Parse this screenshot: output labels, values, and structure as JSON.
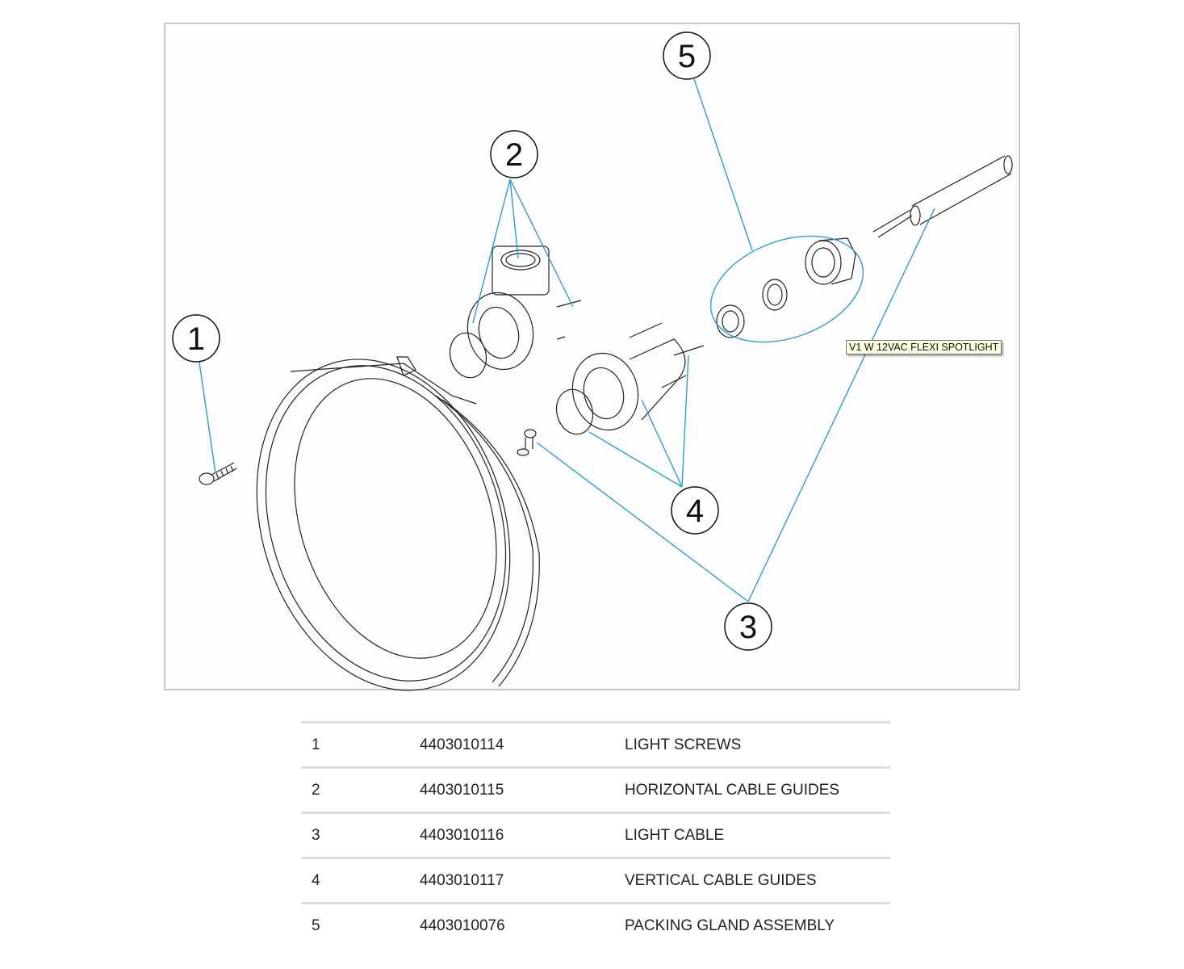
{
  "diagram": {
    "title": "Exploded parts diagram",
    "callout_color": "#2a9fcf",
    "callouts": [
      "1",
      "2",
      "3",
      "4",
      "5"
    ],
    "tooltip": "V1 W 12VAC FLEXI SPOTLIGHT"
  },
  "parts_table": {
    "rows": [
      {
        "num": "1",
        "code": "4403010114",
        "description": "LIGHT SCREWS"
      },
      {
        "num": "2",
        "code": "4403010115",
        "description": "HORIZONTAL CABLE GUIDES"
      },
      {
        "num": "3",
        "code": "4403010116",
        "description": "LIGHT CABLE"
      },
      {
        "num": "4",
        "code": "4403010117",
        "description": "VERTICAL CABLE GUIDES"
      },
      {
        "num": "5",
        "code": "4403010076",
        "description": "PACKING GLAND ASSEMBLY"
      }
    ]
  }
}
